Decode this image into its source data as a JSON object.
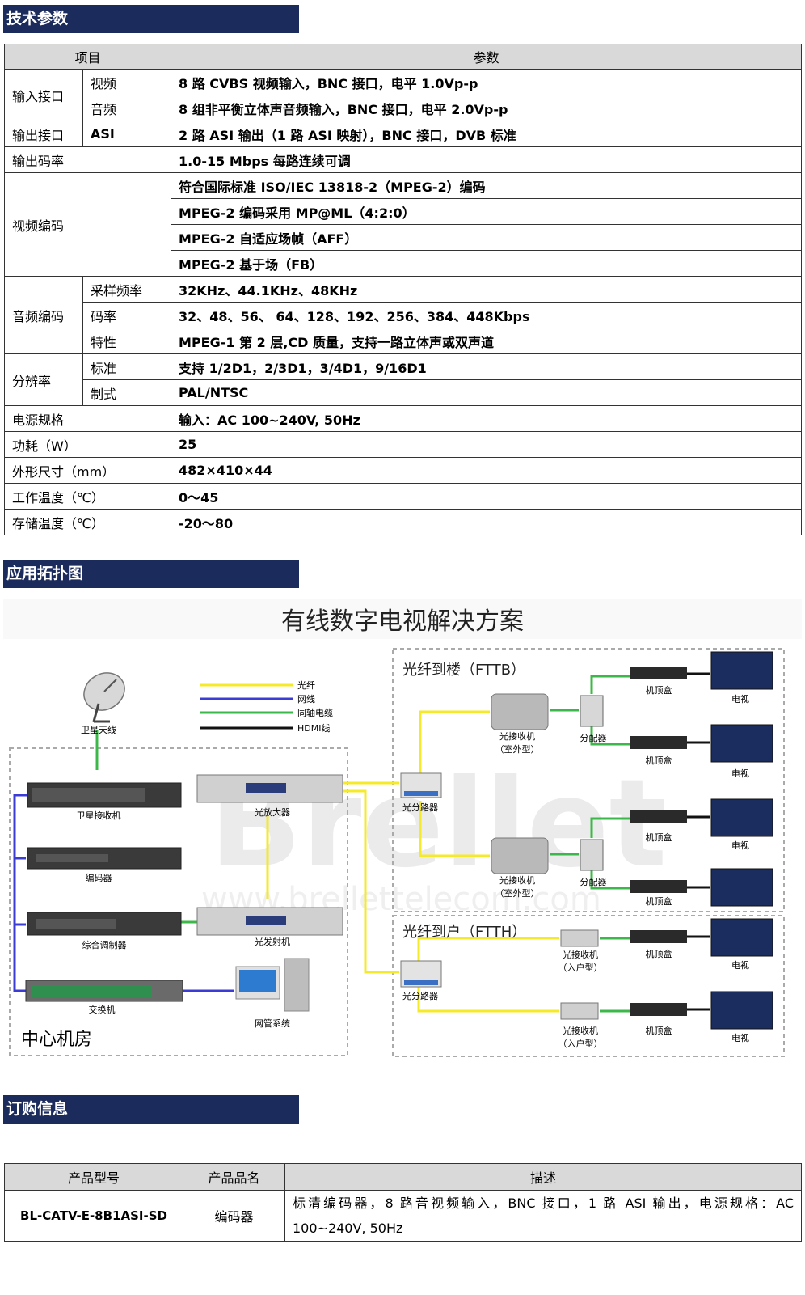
{
  "sections": {
    "spec": "技术参数",
    "topology": "应用拓扑图",
    "order": "订购信息"
  },
  "spec_table": {
    "header": [
      "项目",
      "参数"
    ],
    "rows": [
      {
        "group": "输入接口",
        "sub": "视频",
        "value": "8 路 CVBS 视频输入，BNC 接口，电平 1.0Vp-p"
      },
      {
        "group": "输入接口",
        "sub": "音频",
        "value": "8 组非平衡立体声音频输入，BNC 接口，电平 2.0Vp-p"
      },
      {
        "group": "输出接口",
        "sub": "ASI",
        "value": "2 路 ASI 输出（1 路 ASI 映射），BNC 接口，DVB 标准"
      },
      {
        "group": "输出码率",
        "sub": "",
        "value": "1.0-15 Mbps 每路连续可调"
      },
      {
        "group": "视频编码",
        "sub": "",
        "value": "符合国际标准 ISO/IEC 13818-2（MPEG-2）编码"
      },
      {
        "group": "视频编码",
        "sub": "",
        "value": "MPEG-2 编码采用 MP@ML（4:2:0）"
      },
      {
        "group": "视频编码",
        "sub": "",
        "value": "MPEG-2 自适应场帧（AFF）"
      },
      {
        "group": "视频编码",
        "sub": "",
        "value": "MPEG-2 基于场（FB）"
      },
      {
        "group": "音频编码",
        "sub": "采样频率",
        "value": "32KHz、44.1KHz、48KHz"
      },
      {
        "group": "音频编码",
        "sub": "码率",
        "value": "32、48、56、 64、128、192、256、384、448Kbps"
      },
      {
        "group": "音频编码",
        "sub": "特性",
        "value": "MPEG-1 第 2 层,CD 质量，支持一路立体声或双声道"
      },
      {
        "group": "分辨率",
        "sub": "标准",
        "value": "支持 1/2D1，2/3D1，3/4D1，9/16D1"
      },
      {
        "group": "分辨率",
        "sub": "制式",
        "value": "PAL/NTSC"
      },
      {
        "group": "电源规格",
        "sub": "",
        "value": "输入：AC 100~240V, 50Hz"
      },
      {
        "group": "功耗（W）",
        "sub": "",
        "value": "25"
      },
      {
        "group": "外形尺寸（mm）",
        "sub": "",
        "value": "482×410×44"
      },
      {
        "group": "工作温度（℃）",
        "sub": "",
        "value": "0～45"
      },
      {
        "group": "存储温度（℃）",
        "sub": "",
        "value": "-20～80"
      }
    ]
  },
  "topology": {
    "title": "有线数字电视解决方案",
    "watermark": "Brellet",
    "watermark_url": "www.brellettelecom.com",
    "legend": [
      {
        "label": "光纤",
        "color": "#f5ea2a"
      },
      {
        "label": "网线",
        "color": "#3b3bd6"
      },
      {
        "label": "同轴电缆",
        "color": "#3cb84a"
      },
      {
        "label": "HDMI线",
        "color": "#111111"
      }
    ],
    "center_room": "中心机房",
    "devices": {
      "satellite_antenna": "卫星天线",
      "satellite_receiver": "卫星接收机",
      "encoder": "编码器",
      "modulator": "综合调制器",
      "switch": "交换机",
      "optical_amplifier": "光放大器",
      "optical_transmitter": "光发射机",
      "nms": "网管系统",
      "splitter_1": "光分路器",
      "splitter_2": "光分路器"
    },
    "fttb": {
      "title": "光纤到楼（FTTB）",
      "receiver_1": [
        "光接收机",
        "（室外型）"
      ],
      "receiver_2": [
        "光接收机",
        "（室外型）"
      ],
      "divider_1": "分配器",
      "divider_2": "分配器",
      "stb": "机顶盒",
      "tv": "电视"
    },
    "ftth": {
      "title": "光纤到户（FTTH）",
      "receiver": [
        "光接收机",
        "（入户型）"
      ],
      "stb": "机顶盒",
      "tv": "电视"
    }
  },
  "order_table": {
    "header": [
      "产品型号",
      "产品品名",
      "描述"
    ],
    "row": {
      "model": "BL-CATV-E-8B1ASI-SD",
      "name": "编码器",
      "description": "标清编码器，8 路音视频输入，BNC 接口，1 路 ASI 输出，电源规格：AC 100~240V, 50Hz"
    }
  }
}
